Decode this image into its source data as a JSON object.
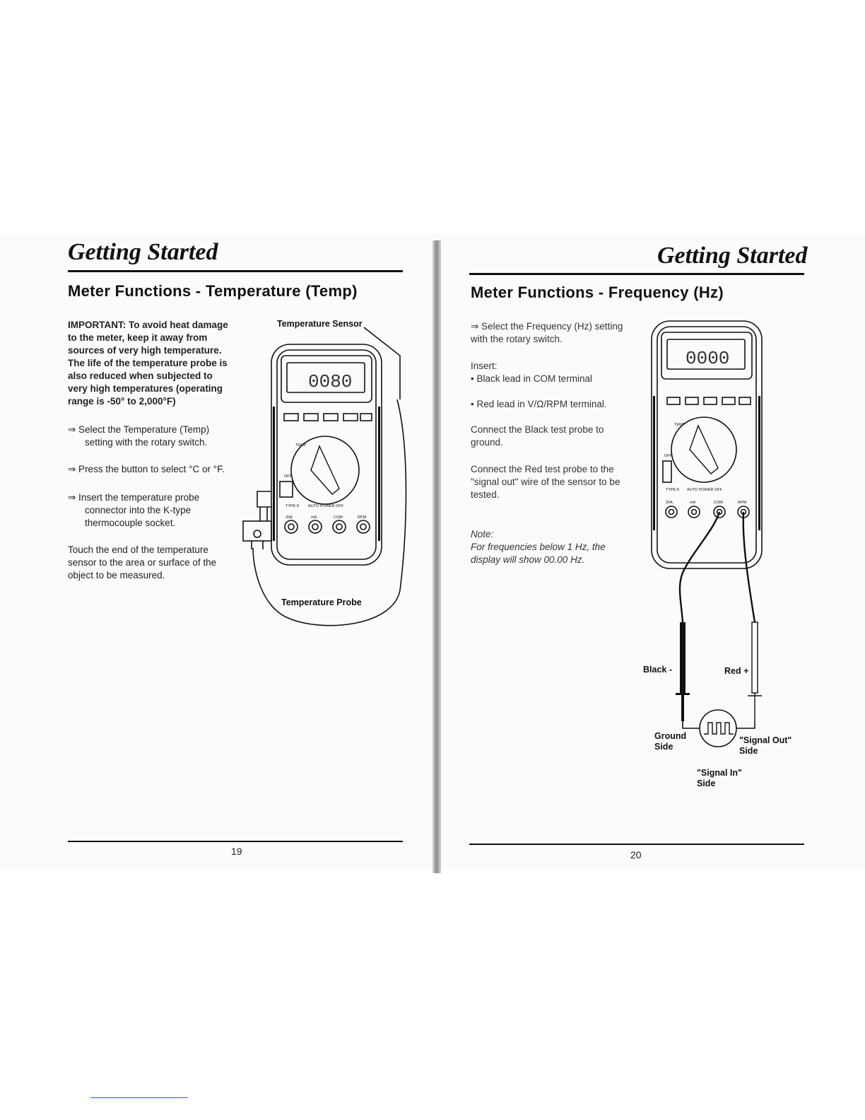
{
  "left_page": {
    "header": "Getting Started",
    "section_title": "Meter Functions - Temperature (Temp)",
    "important": "IMPORTANT: To avoid heat damage to the meter, keep it away from sources of very high temperature. The life of the temperature probe is also reduced when subjected to very high temperatures (operating range is -50° to 2,000°F)",
    "step1": "⇒ Select the Temperature (Temp) setting with the rotary switch.",
    "step2": "⇒ Press the button to select °C or °F.",
    "step3": "⇒ Insert the temperature probe connector into the K-type thermocouple socket.",
    "touch": "Touch the end of the temperature sensor to the area or surface of the object to be measured.",
    "figure_label_sensor": "Temperature Sensor",
    "figure_label_probe": "Temperature Probe",
    "display_reading": "0080",
    "page_number": "19"
  },
  "right_page": {
    "header": "Getting Started",
    "section_title": "Meter Functions - Frequency (Hz)",
    "step1": "⇒ Select the Frequency (Hz) setting with the rotary switch.",
    "insert_heading": "Insert:",
    "bullet1": "• Black lead in COM terminal",
    "bullet2": "• Red lead in V/Ω/RPM terminal.",
    "connect_black": "Connect the Black test probe to ground.",
    "connect_red": "Connect the Red test probe to the \"signal out\" wire of the sensor to be tested.",
    "note_heading": "Note:",
    "note_body": "For frequencies below 1 Hz, the display will show 00.00 Hz.",
    "label_black": "Black -",
    "label_red": "Red +",
    "label_ground": "Ground Side",
    "label_signal_out": "\"Signal Out\" Side",
    "label_signal_in": "\"Signal In\" Side",
    "display_reading": "0000",
    "page_number": "20"
  },
  "meter_labels": {
    "type_k": "TYPE K",
    "auto_power_off": "AUTO POWER OFF",
    "jack_20a": "20A",
    "jack_ma": "mA",
    "jack_com": "COM",
    "jack_rpm": "RPM",
    "dial_temp": "TEMP",
    "dial_off": "OFF"
  }
}
